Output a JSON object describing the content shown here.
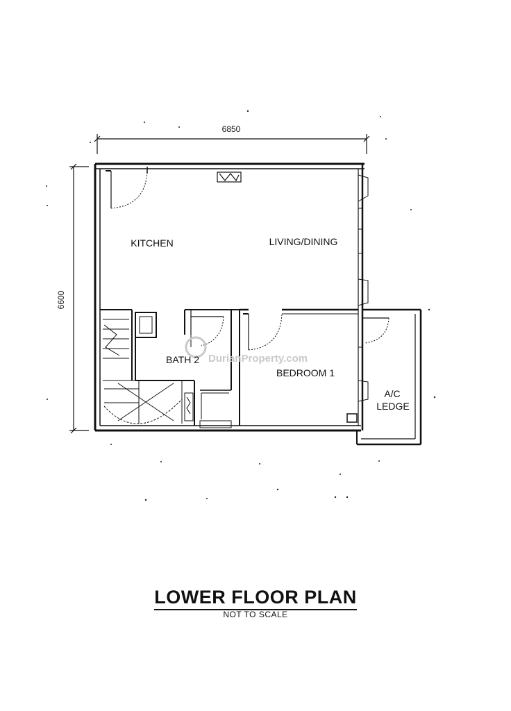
{
  "plan": {
    "dimensions": {
      "width_label": "6850",
      "height_label": "6600"
    },
    "rooms": {
      "kitchen": "KITCHEN",
      "living_dining": "LIVING/DINING",
      "bath": "BATH 2",
      "bedroom": "BEDROOM 1",
      "ac_ledge_line1": "A/C",
      "ac_ledge_line2": "LEDGE"
    },
    "watermark": "DurianProperty.com",
    "title": "LOWER FLOOR PLAN",
    "subtitle": "NOT TO SCALE"
  },
  "colors": {
    "line": "#111111",
    "watermark": "#c9c9c9",
    "background": "#ffffff"
  }
}
